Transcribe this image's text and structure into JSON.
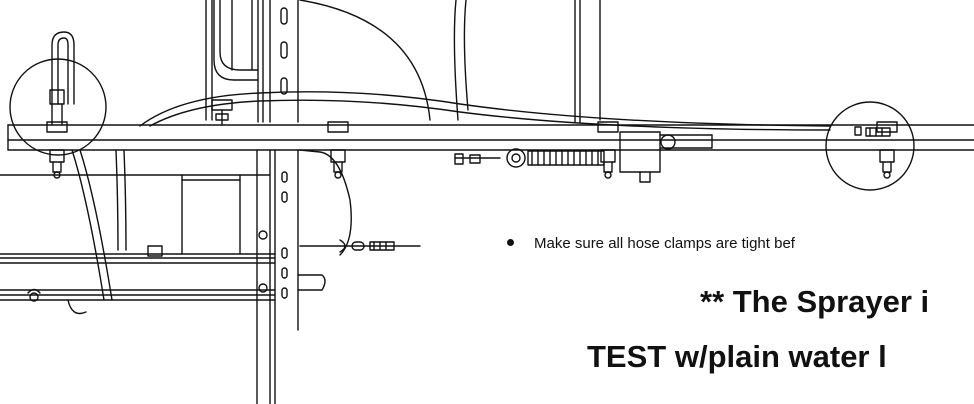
{
  "instructions": {
    "bullet_text": "Make sure all hose clamps are tight bef",
    "heading_line1": "** The Sprayer i",
    "heading_line2": "TEST w/plain water l"
  },
  "colors": {
    "line": "#111111",
    "background": "#ffffff"
  }
}
